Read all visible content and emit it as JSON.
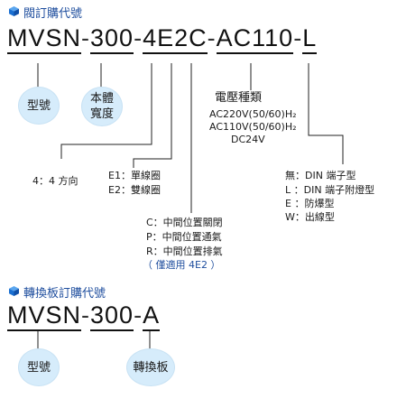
{
  "section1": {
    "title": "閥訂購代號",
    "code": {
      "p1": "MVSN",
      "d1": "-",
      "p2": "300",
      "d2": "-",
      "p3": "4",
      "p4": "E2",
      "p5": "C",
      "d3": "-",
      "p6": "AC110",
      "d4": "-",
      "p7": "L"
    },
    "bubble_model": "型號",
    "bubble_width_line1": "本體",
    "bubble_width_line2": "寬度",
    "way_label": "4：4 方向",
    "solenoid": [
      "E1：單線圈",
      "E2：雙線圈"
    ],
    "center": [
      "C：中間位置關閉",
      "P：中間位置通氣",
      "R：中間位置排氣"
    ],
    "center_note": "（ 僅適用 4E2 ）",
    "voltage_title": "電壓種類",
    "voltage": [
      "AC220V(50/60)H₂",
      "AC110V(50/60)H₂",
      "DC24V"
    ],
    "connector": [
      "無：DIN 端子型",
      "L ：DIN 端子附燈型",
      "E ：防爆型",
      "W：出線型"
    ]
  },
  "section2": {
    "title": "轉換板訂購代號",
    "code": {
      "p1": "MVSN",
      "d1": "-",
      "p2": "300",
      "d2": "-",
      "p3": "A"
    },
    "bubble_model": "型號",
    "bubble_plate": "轉換板"
  },
  "colors": {
    "accent": "#1f4e9e",
    "bubble": "#d6ecfb",
    "cube": "#1a6fd1"
  }
}
